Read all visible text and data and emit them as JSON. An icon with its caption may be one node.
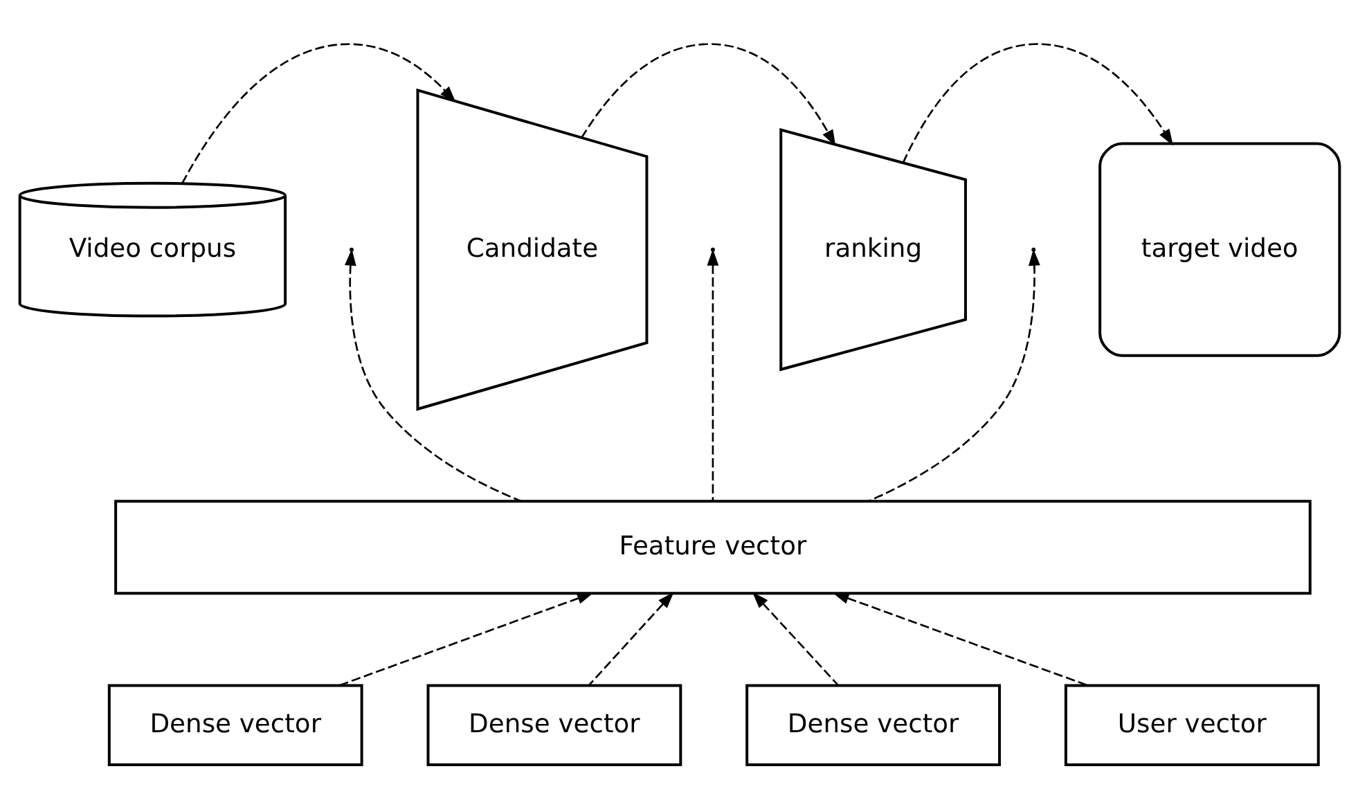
{
  "diagram": {
    "nodes": [
      {
        "text": [
          "Video corpus"
        ]
      },
      {
        "text": [
          "Candidate"
        ]
      },
      {
        "text": [
          "ranking"
        ]
      },
      {
        "text": [
          "target video"
        ]
      },
      {
        "text": [
          "Feature vector"
        ]
      },
      {
        "text": [
          "Dense vector"
        ]
      },
      {
        "text": [
          "Dense vector"
        ]
      },
      {
        "text": [
          "Dense vector"
        ]
      },
      {
        "text": [
          "User vector"
        ]
      }
    ],
    "edges": [
      {
        "from": 0,
        "to": 1,
        "arrow": "to",
        "style": "dashed"
      },
      {
        "from": 1,
        "to": 2,
        "arrow": "to",
        "style": "dashed"
      },
      {
        "from": 2,
        "to": 3,
        "arrow": "to",
        "style": "dashed"
      },
      {
        "from": 4,
        "to": null,
        "arrow": "to",
        "style": "dashed"
      },
      {
        "from": 4,
        "to": null,
        "arrow": "to",
        "style": "dashed"
      },
      {
        "from": 4,
        "to": null,
        "arrow": "to",
        "style": "dashed"
      },
      {
        "from": 5,
        "to": 4,
        "arrow": "to",
        "style": "dashed"
      },
      {
        "from": 6,
        "to": 4,
        "arrow": "to",
        "style": "dashed"
      },
      {
        "from": 7,
        "to": 4,
        "arrow": "to",
        "style": "dashed"
      },
      {
        "from": 8,
        "to": 4,
        "arrow": "to",
        "style": "dashed"
      }
    ]
  }
}
